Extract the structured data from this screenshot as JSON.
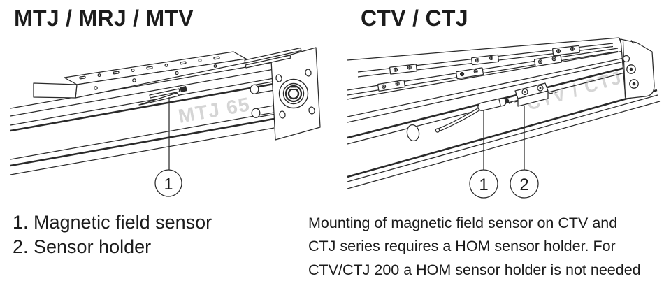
{
  "figure": {
    "left": {
      "title": "MTJ / MRJ / MTV",
      "watermark": "MTJ 65",
      "callouts": [
        {
          "number": "1"
        }
      ],
      "legend": [
        "1. Magnetic field sensor",
        "2. Sensor holder"
      ]
    },
    "right": {
      "title": "CTV / CTJ",
      "watermark": "CTV / CTJ",
      "callouts": [
        {
          "number": "1"
        },
        {
          "number": "2"
        }
      ],
      "note_lines": [
        "Mounting of magnetic field sensor on CTV and",
        "CTJ series requires a HOM sensor holder. For",
        "CTV/CTJ 200 a HOM sensor holder is not needed"
      ]
    },
    "colors": {
      "line": "#2a2a2a",
      "watermark": "#d5d5d5",
      "text": "#1c1c1c",
      "background": "#ffffff"
    }
  }
}
